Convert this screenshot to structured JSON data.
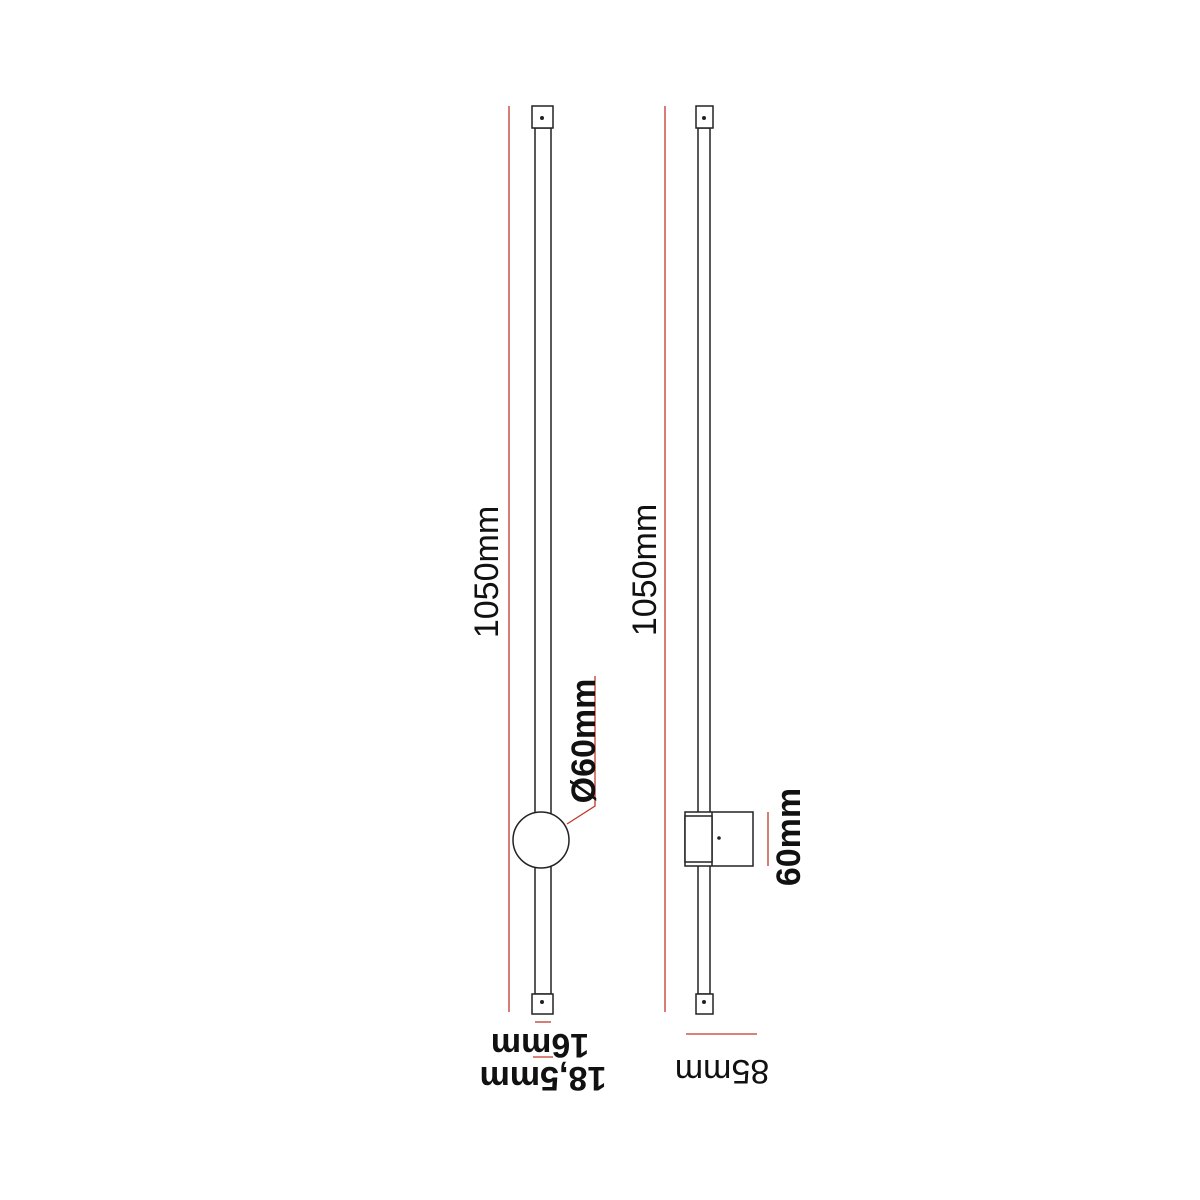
{
  "colors": {
    "outline": "#222222",
    "dimension": "#c0392b",
    "text": "#111111",
    "background": "#ffffff"
  },
  "front_view": {
    "length_label": "1050mm",
    "diameter_label": "Ø60mm",
    "tube_width_label": "16mm",
    "cap_width_label": "18,5mm"
  },
  "side_view": {
    "length_label": "1050mm",
    "mount_height_label": "60mm",
    "depth_label": "85mm"
  }
}
